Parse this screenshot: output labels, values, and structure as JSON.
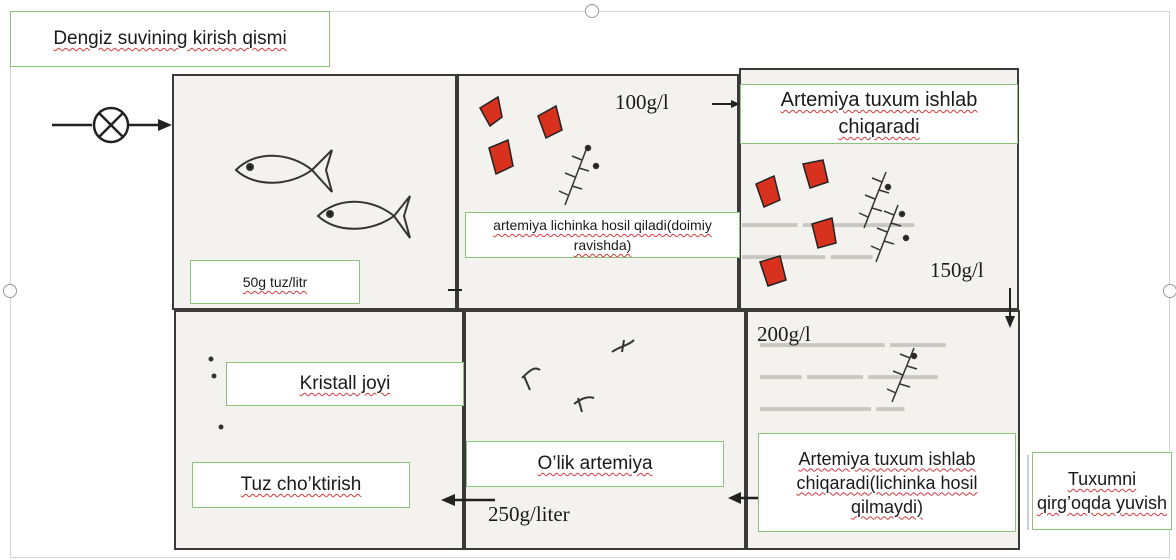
{
  "labels": {
    "sea_inlet": "Dengiz suvining kirish qismi",
    "salt_per_litre": "50g tuz/litr",
    "larvae_continuous": "artemiya lichinka hosil qiladi(doimiy ravishda)",
    "eggs_produced_top": "Artemiya tuxum ishlab chiqaradi",
    "crystal_place": "Kristall joyi",
    "dead_artemia": "O’lik artemiya",
    "salt_precipitation": "Tuz cho’ktirish",
    "eggs_no_larvae": "Artemiya tuxum ishlab chiqaradi(lichinka hosil qilmaydi)",
    "wash_eggs": "Tuxumni qirg’oqda yuvish"
  },
  "concentrations": {
    "c100": "100g/l",
    "c150": "150g/l",
    "c200": "200g/l",
    "c250": "250g/liter"
  },
  "colors": {
    "artemia_red": "#d8321f",
    "label_border": "#8cc37a",
    "panel_bg": "#f3f2ee"
  },
  "icons": [
    "valve-icon",
    "fish-icon",
    "artemia-icon",
    "larva-icon",
    "arrow-icon"
  ]
}
